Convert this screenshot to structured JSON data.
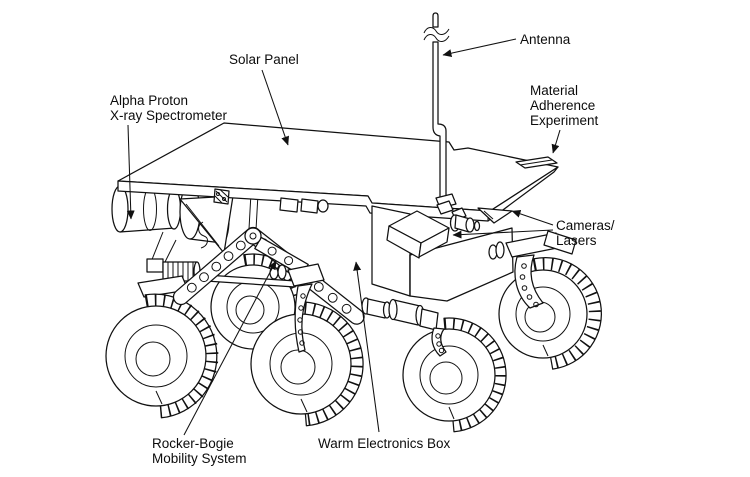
{
  "labels": {
    "solar_panel": {
      "text": "Solar Panel"
    },
    "antenna": {
      "text": "Antenna"
    },
    "apxs": {
      "line1": "Alpha Proton",
      "line2": "X-ray Spectrometer"
    },
    "material_adherence": {
      "line1": "Material",
      "line2": "Adherence",
      "line3": "Experiment"
    },
    "cameras_lasers": {
      "line1": "Cameras/",
      "line2": "Lasers"
    },
    "rocker_bogie": {
      "line1": "Rocker-Bogie",
      "line2": "Mobility System"
    },
    "warm_electronics_box": {
      "text": "Warm Electronics Box"
    }
  },
  "colors": {
    "line": "#111111",
    "background": "#ffffff",
    "text": "#0c0c0c"
  }
}
